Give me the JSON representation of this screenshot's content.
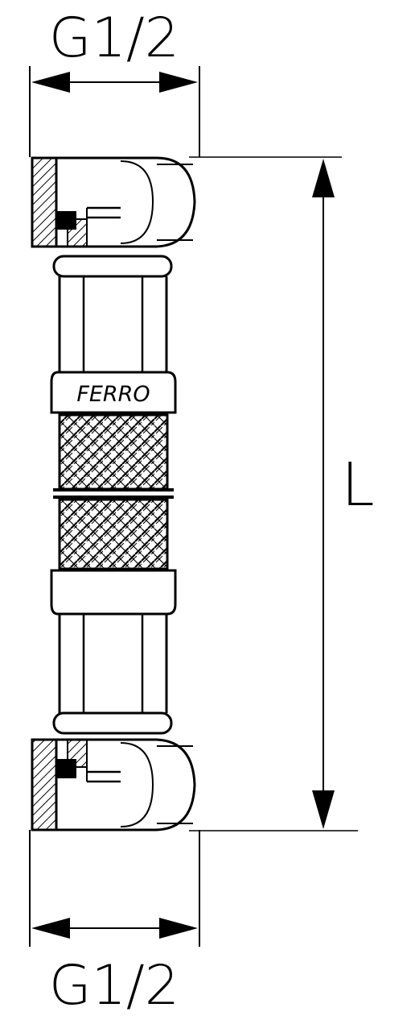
{
  "diagram": {
    "top_thread_label": "G1/2",
    "bottom_thread_label": "G1/2",
    "length_label": "L",
    "brand_label": "FERRO",
    "colors": {
      "line": "#000000",
      "background": "#ffffff"
    }
  }
}
